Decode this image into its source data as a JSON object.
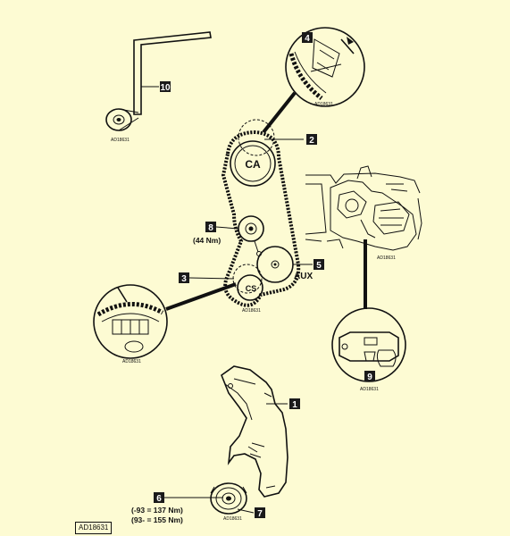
{
  "labels": {
    "camshaft_sprocket": "CA",
    "crankshaft_sprocket": "CS",
    "auxiliary_sprocket": "AUX"
  },
  "callouts": {
    "c1": "1",
    "c2": "2",
    "c3": "3",
    "c4": "4",
    "c5": "5",
    "c6": "6",
    "c7": "7",
    "c8": "8",
    "c9": "9",
    "c10": "10"
  },
  "torques": {
    "idler": "(44 Nm)",
    "crank_a": "(-93 = 137 Nm)",
    "crank_b": "(93- = 155 Nm)"
  },
  "refs": {
    "tool": "AD18631",
    "detail_4": "AD18631",
    "belt": "AD18631",
    "engine": "AD18631",
    "detail_9": "AD18631",
    "detail_3": "AD18631",
    "pulley": "AD18631",
    "main": "AD18631"
  }
}
